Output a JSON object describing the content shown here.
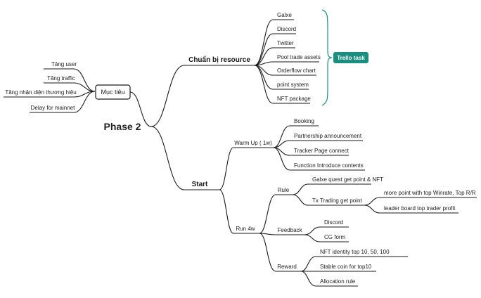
{
  "root": {
    "label": "Phase 2",
    "color": "#3b4aa3"
  },
  "goal": {
    "label": "Mục tiêu",
    "items": [
      "Tăng user",
      "Tăng traffic",
      "Tăng nhận diện thương hiệu",
      "Delay for mainnet"
    ]
  },
  "prep": {
    "label": "Chuẩn bị resource",
    "items": [
      "Galxe",
      "Discord",
      "Twitter",
      "Pool trade assets",
      "Orderflow chart",
      "point system",
      "NFT package"
    ],
    "badge": "Trello task",
    "badge_color": "#1a8f80",
    "bracket_color": "#1a8f80"
  },
  "start": {
    "label": "Start",
    "warmup": {
      "label": "Warm Up ( 1w)",
      "items": [
        "Booking",
        "Partnership announcement",
        "Tracker Page connect",
        "Function Introduce contents"
      ]
    },
    "run": {
      "label": "Run 4w",
      "rule": {
        "label": "Rule",
        "items": [
          "Galxe quest get point & NFT",
          "Tx Trading get point"
        ],
        "sub": [
          "more point with top Winrate, Top R/R",
          "leader board top trader profit"
        ]
      },
      "feedback": {
        "label": "Feedback",
        "items": [
          "Discord",
          "CG form"
        ]
      },
      "reward": {
        "label": "Reward",
        "items": [
          "NFT identity top 10, 50, 100",
          "Stable coin for top10",
          "Allocation rule"
        ]
      }
    }
  }
}
